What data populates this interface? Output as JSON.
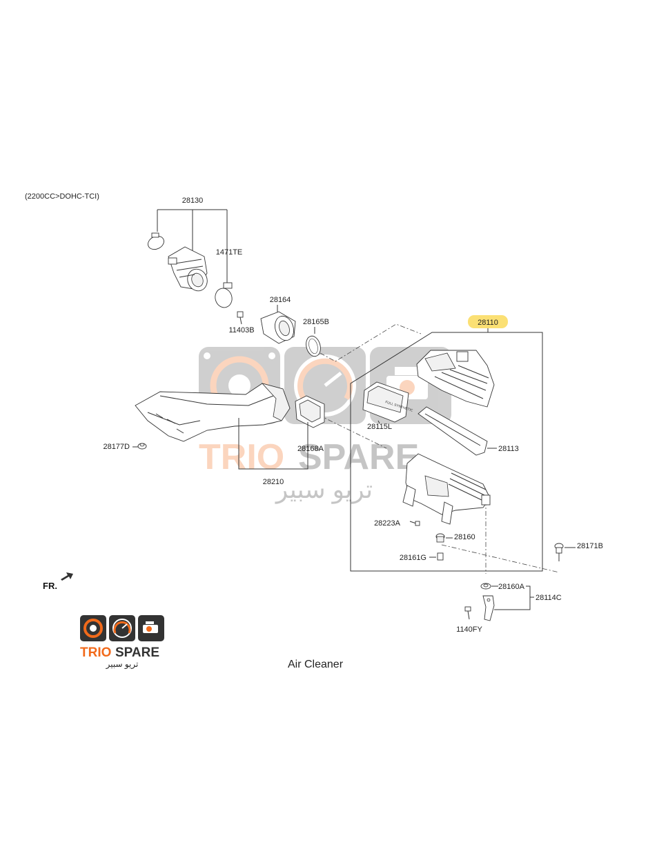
{
  "engine_note": "(2200CC>DOHC-TCI)",
  "caption": "Air Cleaner",
  "direction_label": "FR.",
  "highlight_color": "#fbe074",
  "brand": {
    "name_a": "TRIO",
    "name_b": "SPARE",
    "arabic": "تريو سبير",
    "primary_color": "#f26a1b",
    "dark_color": "#333333"
  },
  "watermark": {
    "name_a": "TRIO",
    "name_b": "SPARE",
    "arabic": "تريو سبير"
  },
  "part_labels": {
    "p28130": "28130",
    "p1471TE": "1471TE",
    "p28164": "28164",
    "p11403B": "11403B",
    "p28165B": "28165B",
    "p28110": "28110",
    "p28115L": "28115L",
    "p28113": "28113",
    "p28177D": "28177D",
    "p28168A": "28168A",
    "p28210": "28210",
    "p28223A": "28223A",
    "p28160": "28160",
    "p28161G": "28161G",
    "p28171B": "28171B",
    "p28160A": "28160A",
    "p28114C": "28114C",
    "p1140FY": "1140FY"
  }
}
